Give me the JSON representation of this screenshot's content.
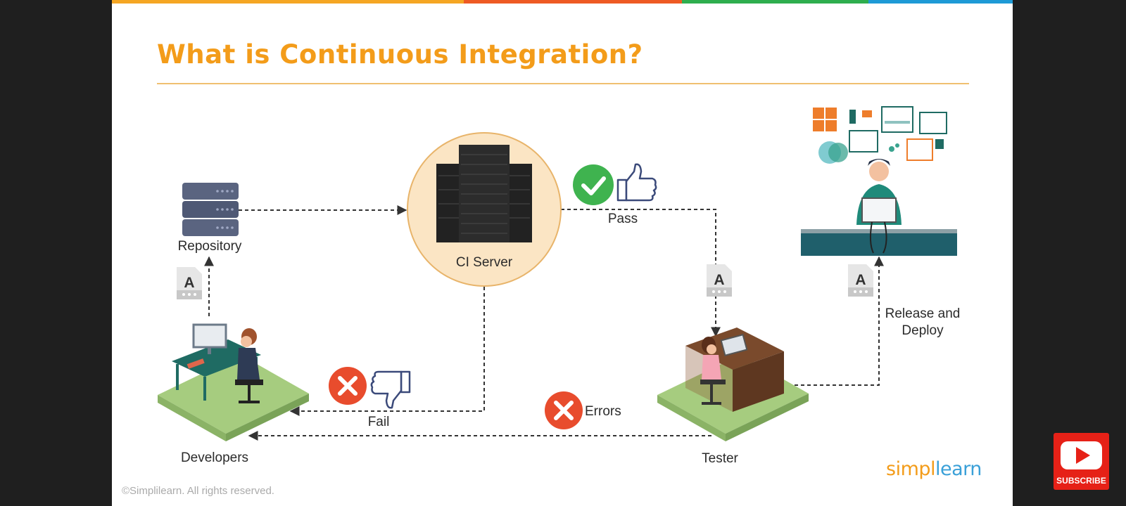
{
  "slide": {
    "title": "What is Continuous Integration?",
    "copyright": "©Simplilearn. All rights reserved.",
    "logo_left": "simpl",
    "logo_right": "learn"
  },
  "labels": {
    "repository": "Repository",
    "ci_server": "CI Server",
    "pass": "Pass",
    "fail": "Fail",
    "errors": "Errors",
    "developers": "Developers",
    "tester": "Tester",
    "release_line1": "Release and",
    "release_line2": "Deploy",
    "artifact_letter": "A"
  },
  "youtube": {
    "subscribe_label": "SUBSCRIBE"
  },
  "colors": {
    "title": "#f39c1a",
    "rule": "#f0c070",
    "bar_orange": "#f5a623",
    "bar_red": "#ee5a24",
    "bar_green": "#2fae4e",
    "bar_blue": "#1e9ad6",
    "pass_green": "#3fb34f",
    "fail_red": "#e84c2d",
    "server_bg": "#fbe5c4",
    "server_ring": "#e8b46a",
    "platform_green": "#a6cc7f",
    "youtube_red": "#e62117"
  }
}
